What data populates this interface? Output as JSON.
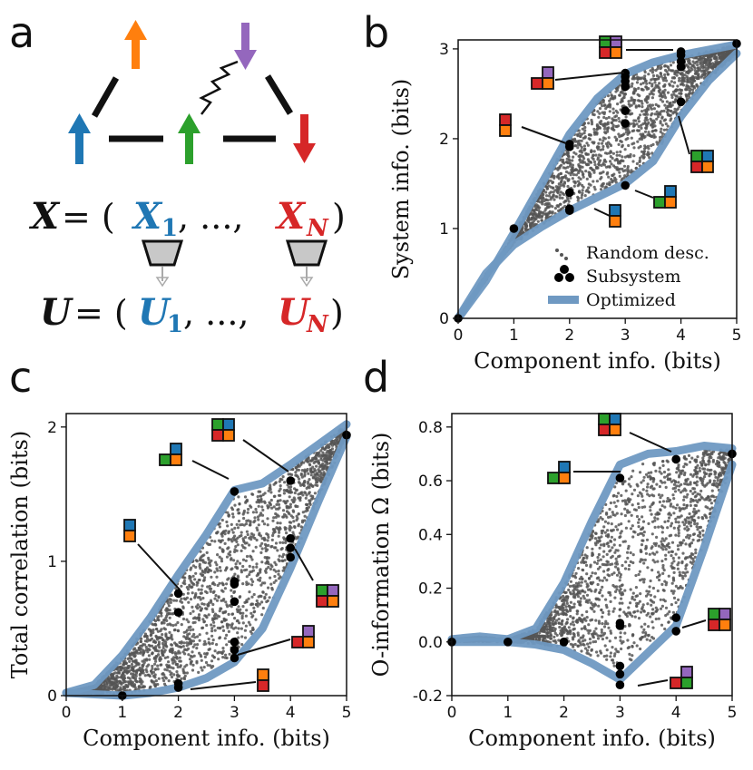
{
  "panels": {
    "a": {
      "letter": "a",
      "eq_x": {
        "lhs": "X",
        "eq": "= (",
        "x1": "X",
        "x1_sub": "1",
        "dots": ",  ...,",
        "xn": "X",
        "xn_sub": "N",
        "close": ")"
      },
      "eq_u": {
        "lhs": "U",
        "eq": "= (",
        "u1": "U",
        "u1_sub": "1",
        "dots": ",  ...,",
        "un": "U",
        "un_sub": "N",
        "close": ")"
      }
    },
    "b": {
      "letter": "b"
    },
    "c": {
      "letter": "c"
    },
    "d": {
      "letter": "d"
    }
  },
  "colors": {
    "blue": "#1f77b4",
    "orange": "#ff7f0e",
    "green": "#2ca02c",
    "red": "#d62728",
    "purple": "#9467bd",
    "optimized": "#6f99c2",
    "random": "#555555",
    "subsystem": "#000000"
  },
  "legend": {
    "random": "Random desc.",
    "subsystem": "Subsystem",
    "optimized": "Optimized"
  },
  "chart_data": [
    {
      "panel": "b",
      "type": "scatter",
      "xlabel": "Component info. (bits)",
      "ylabel": "System info. (bits)",
      "xlim": [
        0,
        5
      ],
      "ylim": [
        0,
        3.1
      ],
      "xticks": [
        0,
        1,
        2,
        3,
        4,
        5
      ],
      "yticks": [
        0,
        1,
        2,
        3
      ],
      "legend_position": "bottom-right",
      "optimized_upper": [
        [
          0,
          0
        ],
        [
          0.5,
          0.42
        ],
        [
          1,
          0.95
        ],
        [
          1.5,
          1.5
        ],
        [
          2,
          2.05
        ],
        [
          2.5,
          2.45
        ],
        [
          3,
          2.72
        ],
        [
          3.5,
          2.85
        ],
        [
          4,
          2.93
        ],
        [
          4.5,
          2.99
        ],
        [
          5,
          3.05
        ]
      ],
      "optimized_lower": [
        [
          0,
          0
        ],
        [
          0.5,
          0.5
        ],
        [
          1,
          0.82
        ],
        [
          1.5,
          1.02
        ],
        [
          2,
          1.2
        ],
        [
          2.5,
          1.35
        ],
        [
          3,
          1.5
        ],
        [
          3.5,
          1.75
        ],
        [
          4,
          2.25
        ],
        [
          4.5,
          2.65
        ],
        [
          5,
          2.95
        ]
      ],
      "subsystems": [
        [
          0,
          0
        ],
        [
          1,
          1.0
        ],
        [
          2,
          1.2
        ],
        [
          2,
          1.22
        ],
        [
          2,
          1.4
        ],
        [
          2,
          1.91
        ],
        [
          2,
          1.94
        ],
        [
          3,
          1.48
        ],
        [
          3,
          2.17
        ],
        [
          3,
          2.31
        ],
        [
          3,
          2.58
        ],
        [
          3,
          2.64
        ],
        [
          3,
          2.69
        ],
        [
          3,
          2.73
        ],
        [
          4,
          2.41
        ],
        [
          4,
          2.8
        ],
        [
          4,
          2.86
        ],
        [
          4,
          2.93
        ],
        [
          4,
          2.97
        ],
        [
          5,
          3.06
        ]
      ]
    },
    {
      "panel": "c",
      "type": "scatter",
      "xlabel": "Component info. (bits)",
      "ylabel": "Total correlation (bits)",
      "xlim": [
        0,
        5
      ],
      "ylim": [
        0,
        2.1
      ],
      "xticks": [
        0,
        1,
        2,
        3,
        4,
        5
      ],
      "yticks": [
        0,
        1,
        2
      ],
      "optimized_upper": [
        [
          0,
          0.02
        ],
        [
          0.5,
          0.08
        ],
        [
          1,
          0.3
        ],
        [
          1.5,
          0.58
        ],
        [
          2,
          0.9
        ],
        [
          2.5,
          1.2
        ],
        [
          3,
          1.53
        ],
        [
          3.5,
          1.58
        ],
        [
          4,
          1.72
        ],
        [
          4.5,
          1.87
        ],
        [
          5,
          2.02
        ]
      ],
      "optimized_lower": [
        [
          0,
          0.02
        ],
        [
          0.5,
          0.01
        ],
        [
          1,
          0.0
        ],
        [
          1.5,
          0.02
        ],
        [
          2,
          0.06
        ],
        [
          2.5,
          0.13
        ],
        [
          3,
          0.25
        ],
        [
          3.5,
          0.5
        ],
        [
          4,
          0.95
        ],
        [
          4.5,
          1.45
        ],
        [
          5,
          1.93
        ]
      ],
      "subsystems": [
        [
          1,
          0.0
        ],
        [
          2,
          0.06
        ],
        [
          2,
          0.09
        ],
        [
          2,
          0.62
        ],
        [
          2,
          0.76
        ],
        [
          3,
          0.28
        ],
        [
          3,
          0.34
        ],
        [
          3,
          0.4
        ],
        [
          3,
          0.7
        ],
        [
          3,
          0.83
        ],
        [
          3,
          0.85
        ],
        [
          3,
          1.52
        ],
        [
          4,
          1.03
        ],
        [
          4,
          1.1
        ],
        [
          4,
          1.17
        ],
        [
          4,
          1.6
        ],
        [
          5,
          1.94
        ]
      ]
    },
    {
      "panel": "d",
      "type": "scatter",
      "xlabel": "Component info. (bits)",
      "ylabel": "O-information Ω (bits)",
      "xlim": [
        0,
        5
      ],
      "ylim": [
        -0.2,
        0.85
      ],
      "xticks": [
        0,
        1,
        2,
        3,
        4,
        5
      ],
      "yticks": [
        -0.2,
        0.0,
        0.2,
        0.4,
        0.6,
        0.8
      ],
      "optimized_upper": [
        [
          0,
          0.01
        ],
        [
          0.5,
          0.02
        ],
        [
          1,
          0.01
        ],
        [
          1.5,
          0.05
        ],
        [
          2,
          0.22
        ],
        [
          2.5,
          0.45
        ],
        [
          3,
          0.66
        ],
        [
          3.5,
          0.7
        ],
        [
          4,
          0.71
        ],
        [
          4.5,
          0.73
        ],
        [
          5,
          0.72
        ]
      ],
      "optimized_lower": [
        [
          0,
          0.0
        ],
        [
          0.5,
          0.0
        ],
        [
          1,
          0.0
        ],
        [
          1.5,
          -0.01
        ],
        [
          2,
          -0.03
        ],
        [
          2.5,
          -0.08
        ],
        [
          3,
          -0.14
        ],
        [
          3.5,
          -0.04
        ],
        [
          4,
          0.06
        ],
        [
          4.5,
          0.35
        ],
        [
          5,
          0.66
        ]
      ],
      "subsystems": [
        [
          0,
          0.0
        ],
        [
          1,
          0.0
        ],
        [
          2,
          0.0
        ],
        [
          3,
          -0.16
        ],
        [
          3,
          -0.12
        ],
        [
          3,
          -0.09
        ],
        [
          3,
          0.06
        ],
        [
          3,
          0.07
        ],
        [
          3,
          0.61
        ],
        [
          4,
          0.04
        ],
        [
          4,
          0.09
        ],
        [
          4,
          0.68
        ],
        [
          5,
          0.7
        ]
      ]
    }
  ]
}
